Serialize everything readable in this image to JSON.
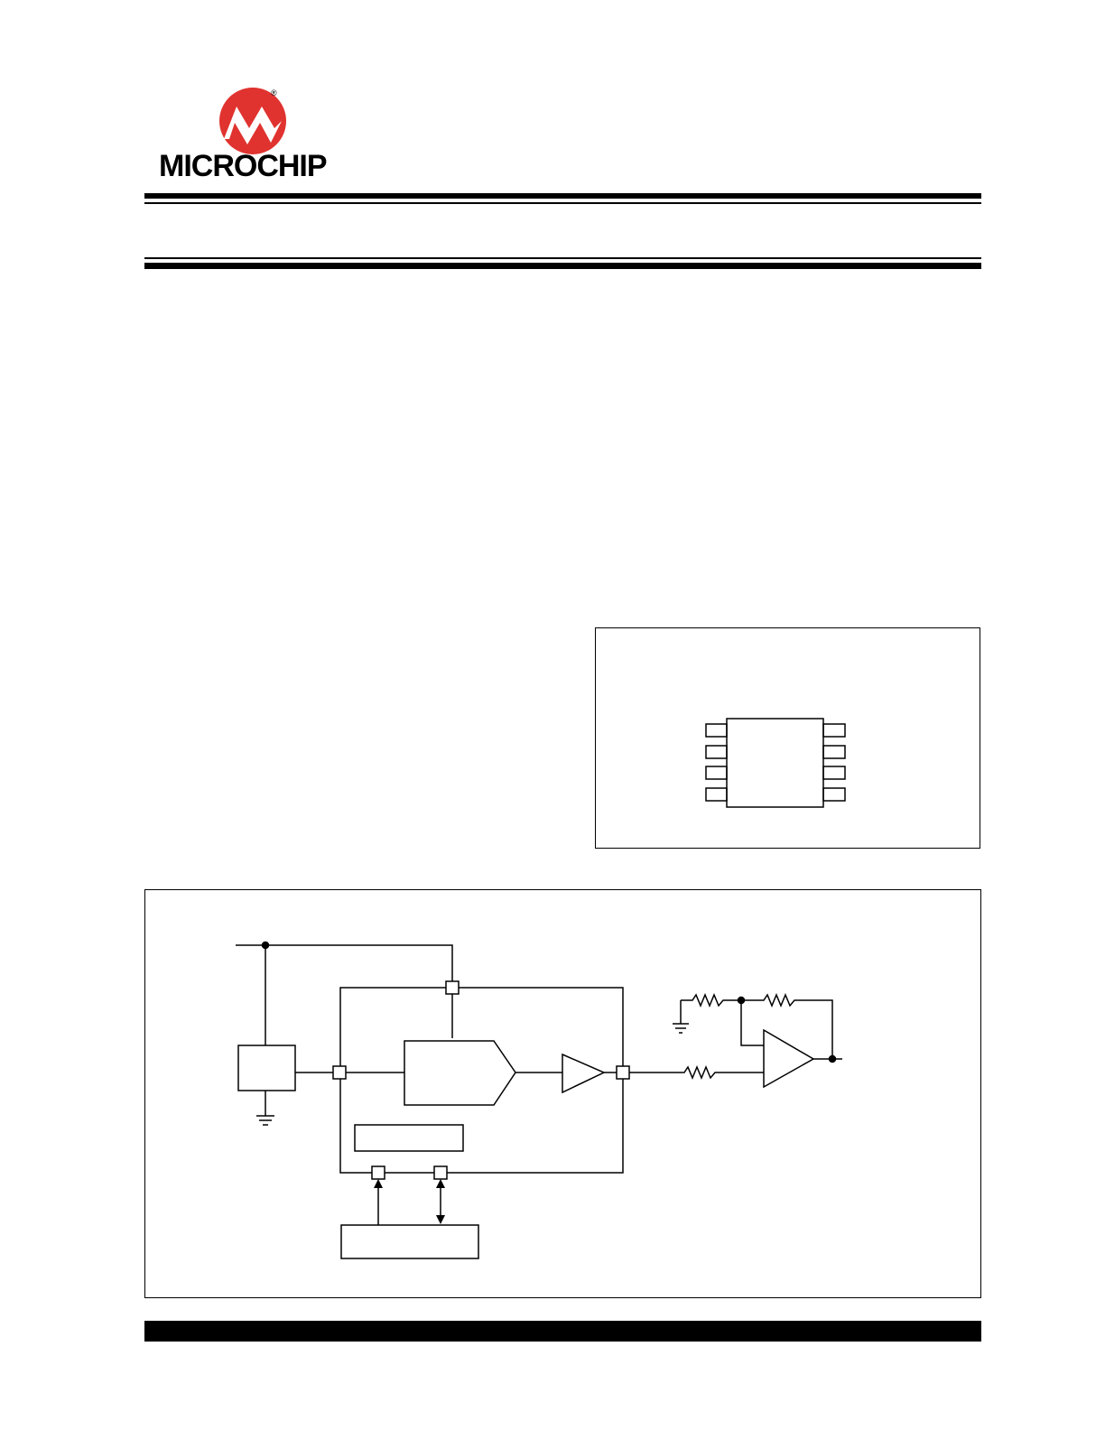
{
  "brand": {
    "name": "MICROCHIP",
    "logo_icon": "microchip-logo-icon",
    "logo_color": "#e0332f",
    "registered_mark": "®"
  },
  "figures": {
    "package_diagram": {
      "pins_per_side": 4,
      "icon": "ic-package-8-pin"
    },
    "block_diagram": {
      "icon": "circuit-schematic"
    }
  },
  "colors": {
    "ink": "#000000",
    "paper": "#ffffff"
  }
}
